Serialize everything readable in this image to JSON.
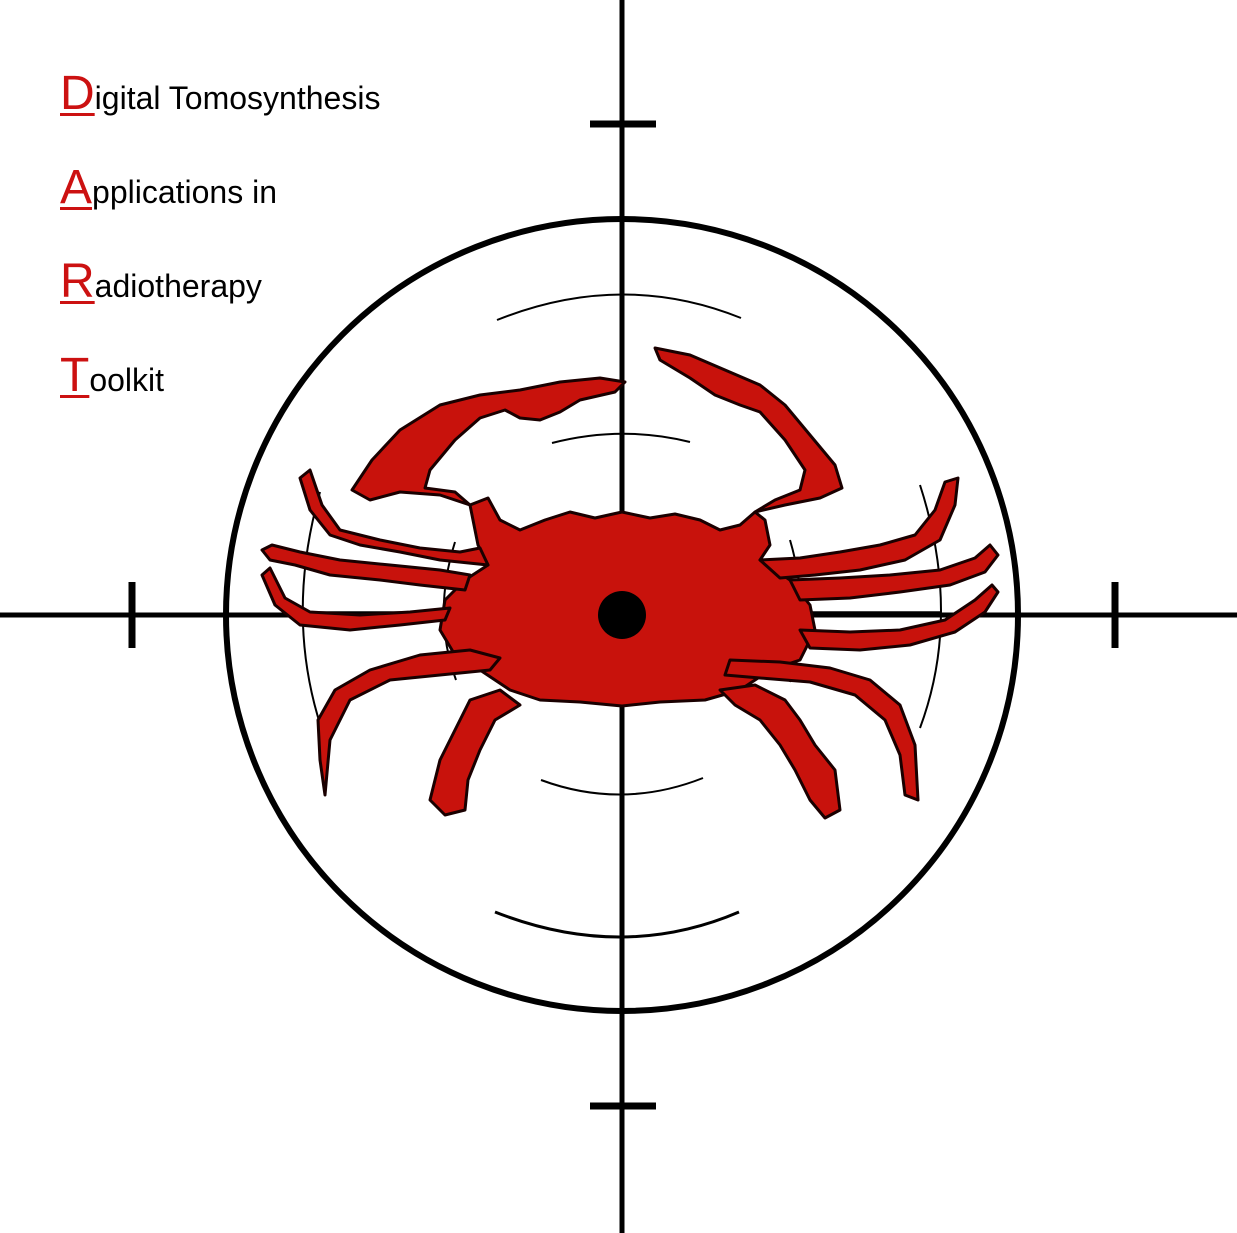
{
  "colors": {
    "accent": "#CC1111",
    "crab_fill": "#C8120C",
    "line": "#000000",
    "background": "#FFFFFF"
  },
  "icons": {
    "crab": "crab-icon",
    "target": "crosshair-reticle-icon",
    "center": "center-dot-icon"
  },
  "acronym": [
    {
      "letter": "D",
      "rest": "igital Tomosynthesis"
    },
    {
      "letter": "A",
      "rest": "pplications in"
    },
    {
      "letter": "R",
      "rest": "adiotherapy"
    },
    {
      "letter": "T",
      "rest": "oolkit"
    }
  ]
}
